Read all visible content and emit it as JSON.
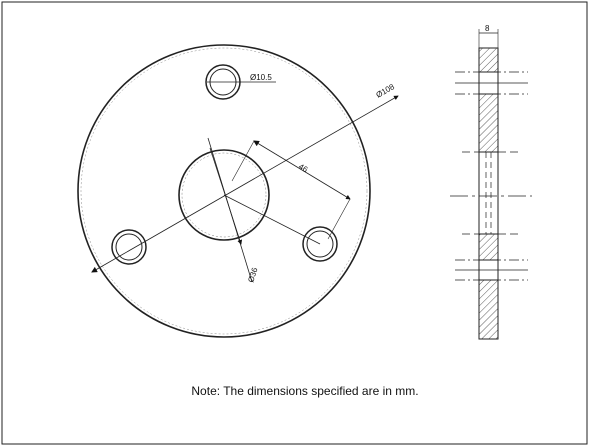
{
  "drawing": {
    "units": "mm",
    "front_view": {
      "outer_diameter": "Ø108",
      "bore_diameter": "Ø36",
      "bolt_hole_diameter": "Ø10.5",
      "bolt_hole_count": 3,
      "bolt_circle_radius": "46"
    },
    "side_view": {
      "thickness": "8"
    }
  },
  "note": "Note: The dimensions specified are in mm."
}
